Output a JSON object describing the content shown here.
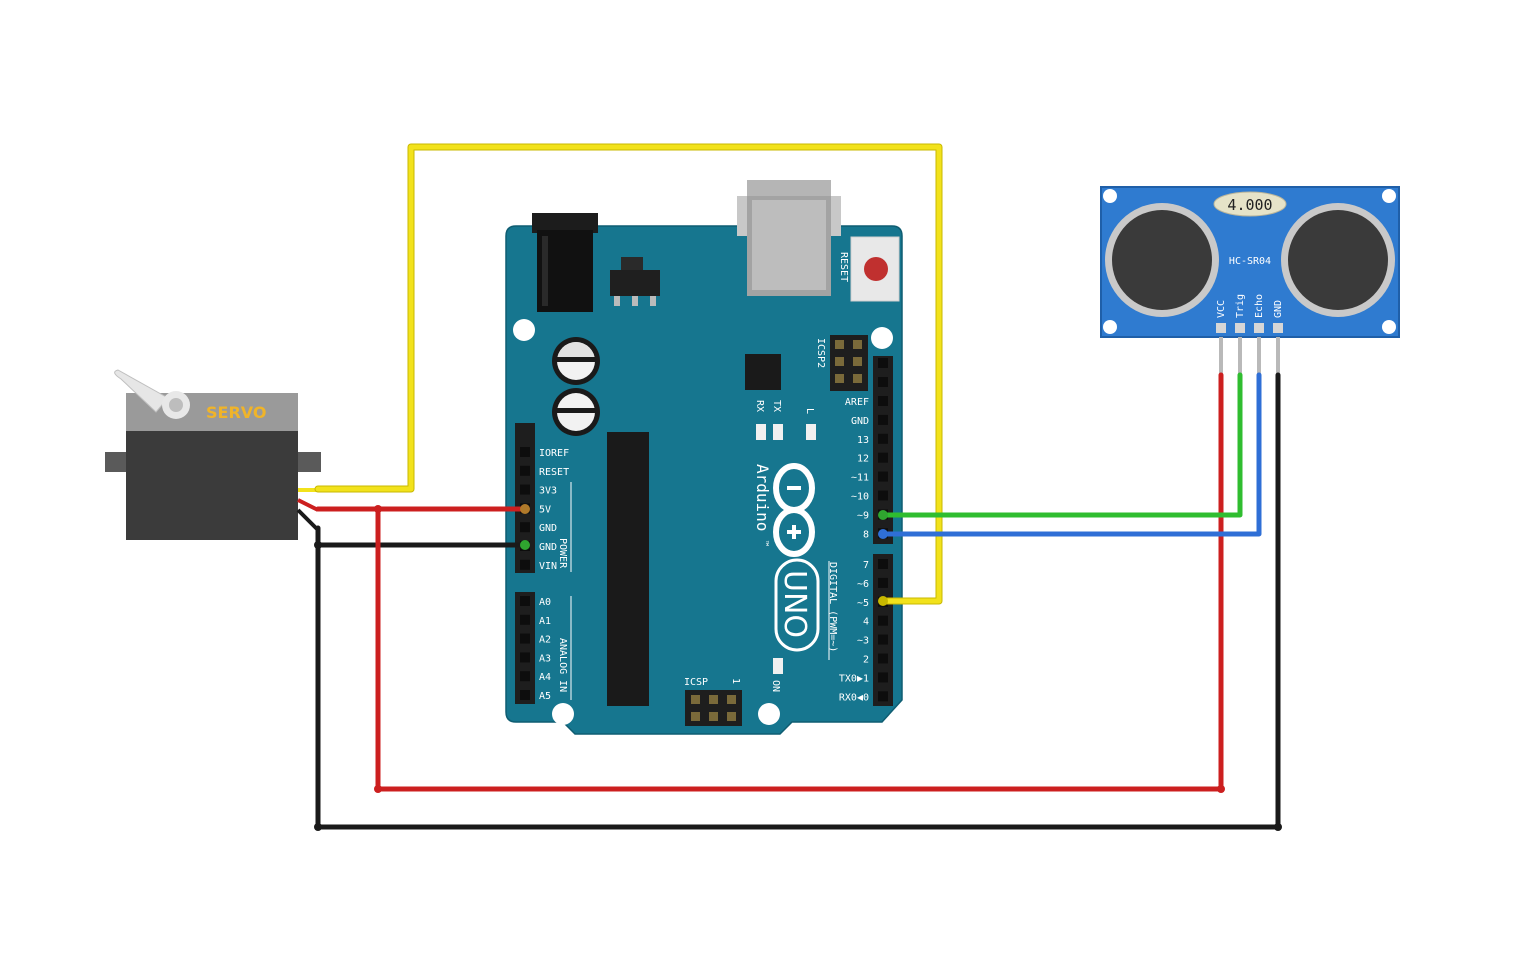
{
  "colors": {
    "background": "#ffffff",
    "arduino_board": "#16768f",
    "sensor_board": "#2f7bd0",
    "servo_body": "#3a3a3a",
    "servo_cap": "#9a9a9a",
    "wire_red": "#cc1f1f",
    "wire_black": "#1a1a1a",
    "wire_yellow": "#f2e21b",
    "wire_green": "#2fbd2f",
    "wire_blue": "#2f6fd6"
  },
  "servo": {
    "label": "SERVO"
  },
  "arduino": {
    "brand": "Arduino",
    "model": "UNO",
    "trademark": "™",
    "reset_label": "RESET",
    "icsp2_label": "ICSP2",
    "icsp_label": "ICSP",
    "icsp_pin1": "1",
    "led_tx": "TX",
    "led_rx": "RX",
    "led_l": "L",
    "led_on": "ON",
    "power_group_label": "POWER",
    "analog_group_label": "ANALOG IN",
    "digital_group_label": "DIGITAL (PWM=~)",
    "power_pins": [
      "IOREF",
      "RESET",
      "3V3",
      "5V",
      "GND",
      "GND",
      "VIN"
    ],
    "analog_pins": [
      "A0",
      "A1",
      "A2",
      "A3",
      "A4",
      "A5"
    ],
    "digital_pins_upper": [
      "AREF",
      "GND",
      "13",
      "12",
      "~11",
      "~10",
      "~9",
      "8"
    ],
    "digital_pins_lower": [
      "7",
      "~6",
      "~5",
      "4",
      "~3",
      "2",
      "TX0▶1",
      "RX0◀0"
    ]
  },
  "sensor": {
    "model": "HC-SR04",
    "crystal": "4.000",
    "pins": [
      "VCC",
      "Trig",
      "Echo",
      "GND"
    ]
  },
  "connections": [
    {
      "color": "yellow",
      "from": "Servo signal",
      "to": "Arduino ~5"
    },
    {
      "color": "red",
      "from": "Servo power",
      "to": "Arduino 5V"
    },
    {
      "color": "black",
      "from": "Servo ground",
      "to": "Arduino GND"
    },
    {
      "color": "green",
      "from": "HC-SR04 Trig",
      "to": "Arduino ~9"
    },
    {
      "color": "blue",
      "from": "HC-SR04 Echo",
      "to": "Arduino 8"
    },
    {
      "color": "red",
      "from": "HC-SR04 VCC",
      "to": "Arduino 5V"
    },
    {
      "color": "black",
      "from": "HC-SR04 GND",
      "to": "Arduino GND"
    }
  ]
}
